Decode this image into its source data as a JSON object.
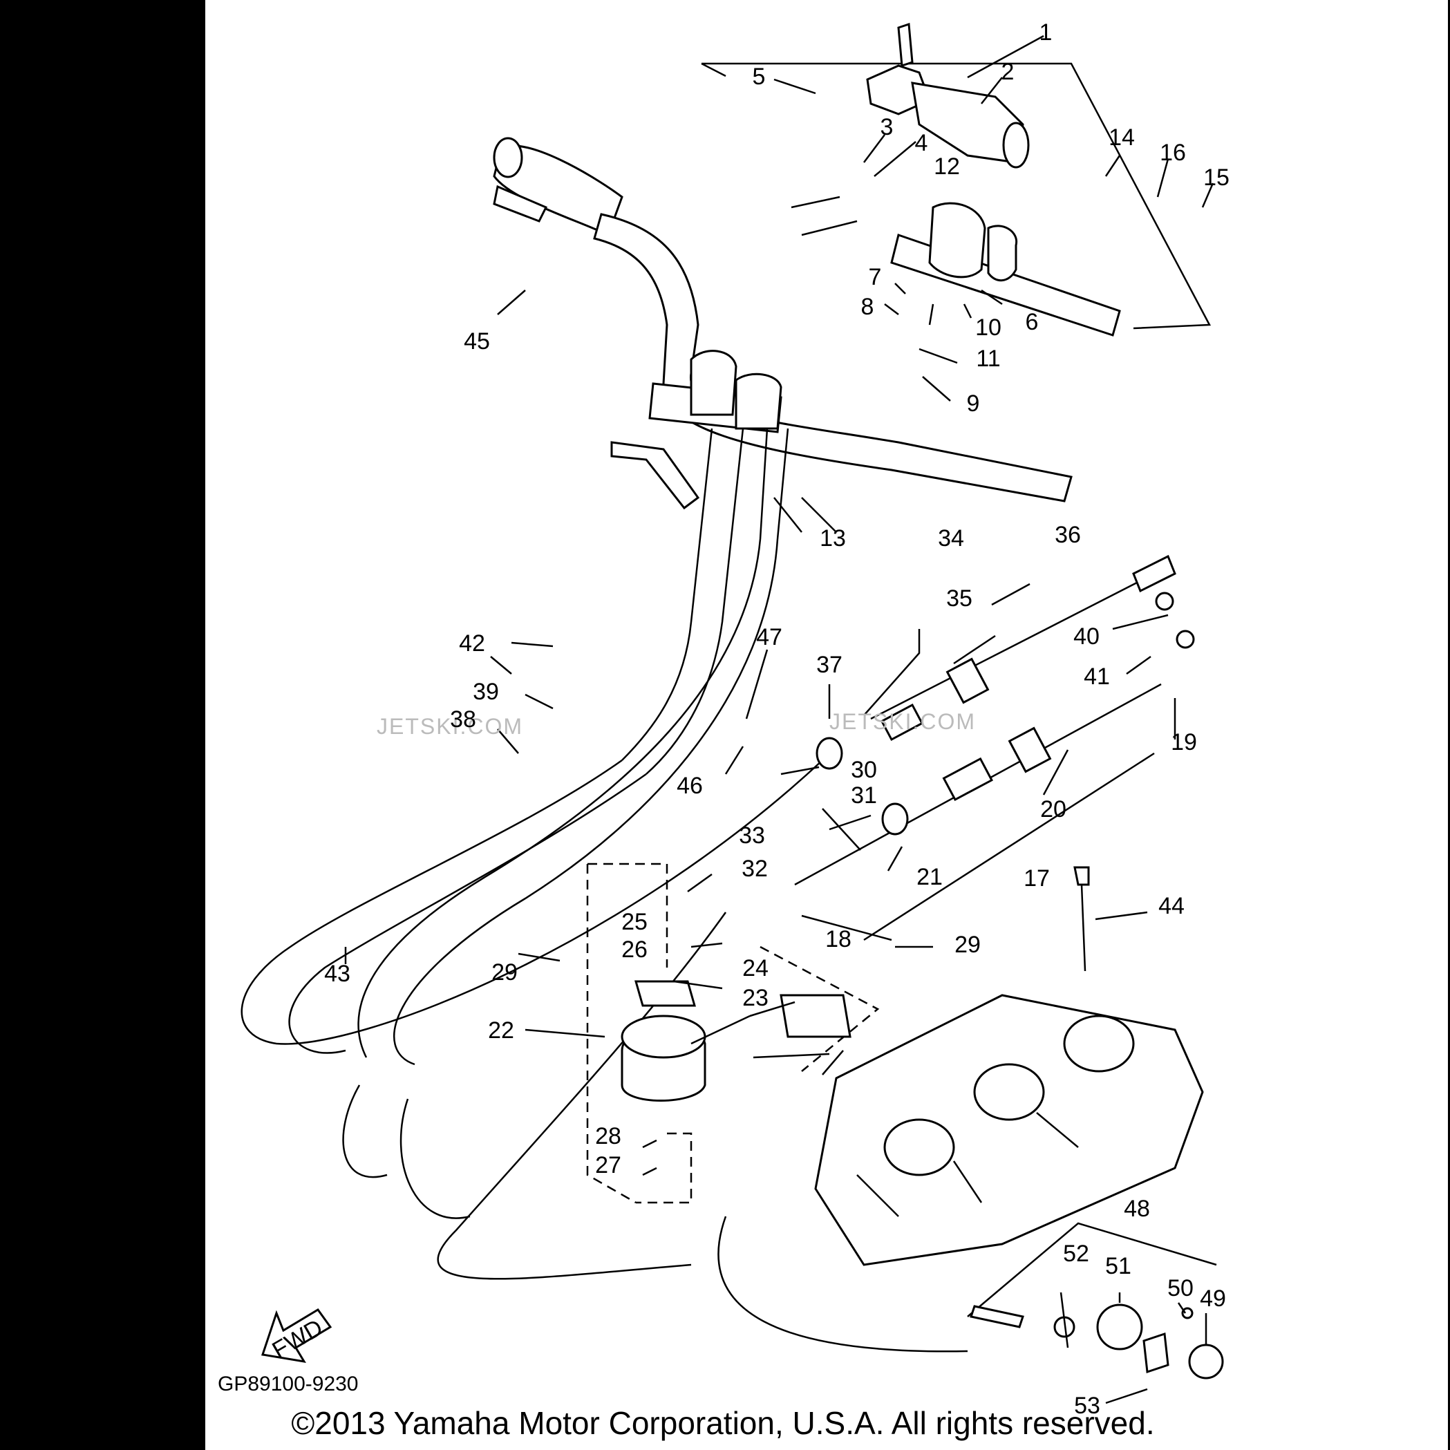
{
  "diagram": {
    "part_code": "GP89100-9230",
    "copyright": "©2013 Yamaha Motor Corporation, U.S.A. All rights reserved.",
    "watermark": "JETSKI.COM",
    "fwd_badge": "FWD",
    "callouts": [
      "1",
      "2",
      "3",
      "4",
      "5",
      "6",
      "7",
      "8",
      "9",
      "10",
      "11",
      "12",
      "13",
      "14",
      "15",
      "16",
      "17",
      "18",
      "19",
      "20",
      "21",
      "22",
      "23",
      "24",
      "25",
      "26",
      "27",
      "28",
      "29",
      "30",
      "31",
      "32",
      "33",
      "34",
      "35",
      "36",
      "37",
      "38",
      "39",
      "40",
      "41",
      "42",
      "43",
      "44",
      "45",
      "46",
      "47",
      "48",
      "49",
      "50",
      "51",
      "52",
      "53"
    ]
  }
}
